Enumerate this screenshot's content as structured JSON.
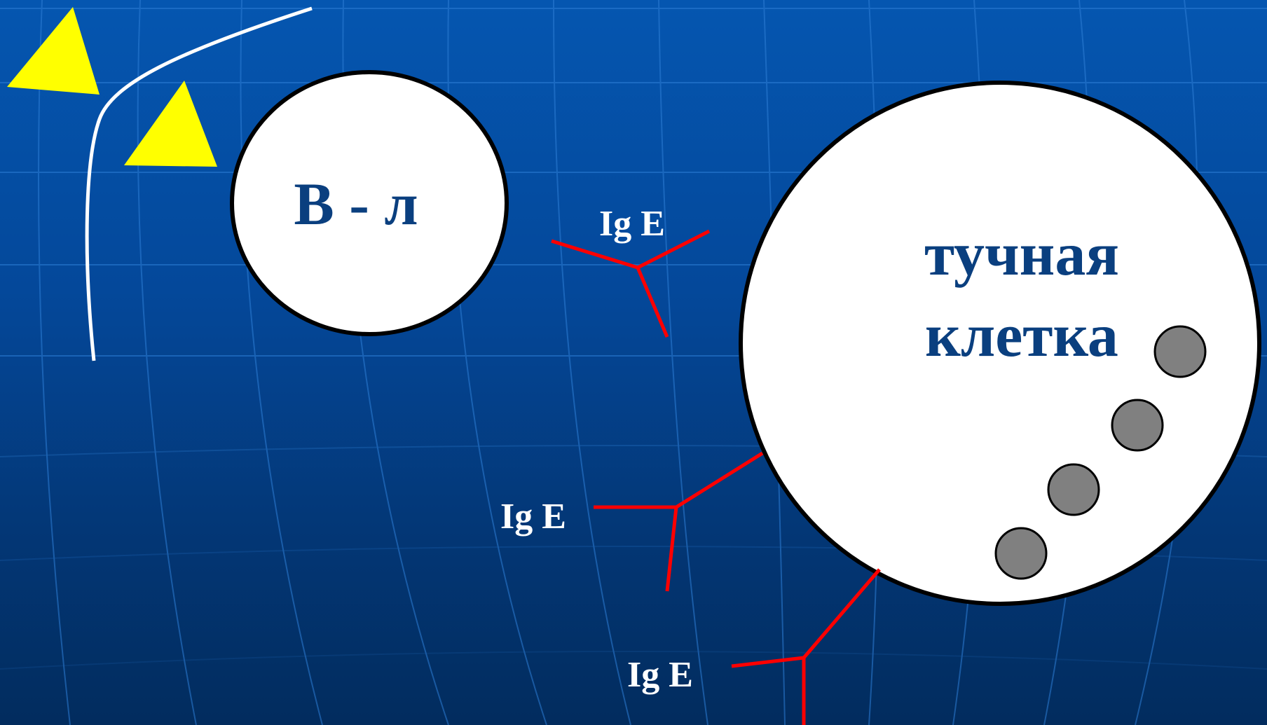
{
  "colors": {
    "background_top": "#0556b0",
    "background_bottom": "#022c5e",
    "grid": "#2f7fd6",
    "antigen": "#ffff00",
    "antibody": "#ff0000",
    "cell_fill": "#ffffff",
    "granule": "#808080",
    "cell_label": "#0a3f7f",
    "antibody_label": "#ffffff"
  },
  "b_cell": {
    "label": "В - л"
  },
  "mast_cell": {
    "label_line1": "тучная",
    "label_line2": "клетка"
  },
  "antibodies": [
    {
      "label": "Ig E"
    },
    {
      "label": "Ig E"
    },
    {
      "label": "Ig E"
    }
  ],
  "antigens": [
    {
      "icon": "triangle-antigen-icon"
    },
    {
      "icon": "triangle-antigen-icon"
    }
  ],
  "granules_count": 4
}
